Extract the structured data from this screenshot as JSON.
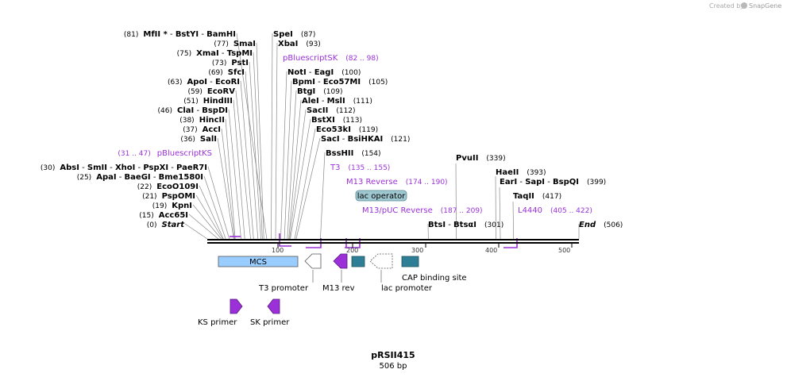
{
  "credit": {
    "prefix": "Created by",
    "brand": "SnapGene"
  },
  "plasmid": {
    "name": "pRSII415",
    "length": "506 bp"
  },
  "ruler": {
    "ticks": [
      "100",
      "200",
      "300",
      "400",
      "500"
    ]
  },
  "left_labels": [
    {
      "pos": "(81)",
      "names": [
        "MfII *",
        "BstYI",
        "BamHI"
      ],
      "bp": 81
    },
    {
      "pos": "(77)",
      "names": [
        "SmaI"
      ],
      "bp": 77
    },
    {
      "pos": "(75)",
      "names": [
        "XmaI",
        "TspMI"
      ],
      "bp": 75
    },
    {
      "pos": "(73)",
      "names": [
        "PstI"
      ],
      "bp": 73
    },
    {
      "pos": "(69)",
      "names": [
        "SfcI"
      ],
      "bp": 69
    },
    {
      "pos": "(63)",
      "names": [
        "ApoI",
        "EcoRI"
      ],
      "bp": 63
    },
    {
      "pos": "(59)",
      "names": [
        "EcoRV"
      ],
      "bp": 59
    },
    {
      "pos": "(51)",
      "names": [
        "HindIII"
      ],
      "bp": 51
    },
    {
      "pos": "(46)",
      "names": [
        "ClaI",
        "BspDI"
      ],
      "bp": 46
    },
    {
      "pos": "(38)",
      "names": [
        "HincII"
      ],
      "bp": 38
    },
    {
      "pos": "(37)",
      "names": [
        "AccI"
      ],
      "bp": 37
    },
    {
      "pos": "(36)",
      "names": [
        "SalI"
      ],
      "bp": 36
    },
    {
      "pos": "(30)",
      "names": [
        "AbsI",
        "SmII",
        "XhoI",
        "PspXI",
        "PaeR7I"
      ],
      "bp": 30
    },
    {
      "pos": "(25)",
      "names": [
        "ApaI",
        "BaeGI",
        "Bme1580I"
      ],
      "bp": 25
    },
    {
      "pos": "(22)",
      "names": [
        "EcoO109I"
      ],
      "bp": 22
    },
    {
      "pos": "(21)",
      "names": [
        "PspOMI"
      ],
      "bp": 21
    },
    {
      "pos": "(19)",
      "names": [
        "KpnI"
      ],
      "bp": 19
    },
    {
      "pos": "(15)",
      "names": [
        "Acc65I"
      ],
      "bp": 15
    },
    {
      "pos": "(0)",
      "names": [
        "Start"
      ],
      "bp": 0,
      "italic": true
    }
  ],
  "right_labels": [
    {
      "names": [
        "SpeI"
      ],
      "pos": "(87)",
      "bp": 87
    },
    {
      "names": [
        "XbaI"
      ],
      "pos": "(93)",
      "bp": 93
    },
    {
      "names": [
        "NotI",
        "EagI"
      ],
      "pos": "(100)",
      "bp": 100
    },
    {
      "names": [
        "BpmI",
        "Eco57MI"
      ],
      "pos": "(105)",
      "bp": 105
    },
    {
      "names": [
        "BtgI"
      ],
      "pos": "(109)",
      "bp": 109
    },
    {
      "names": [
        "AleI",
        "MslI"
      ],
      "pos": "(111)",
      "bp": 111
    },
    {
      "names": [
        "SacII"
      ],
      "pos": "(112)",
      "bp": 112
    },
    {
      "names": [
        "BstXI"
      ],
      "pos": "(113)",
      "bp": 113
    },
    {
      "names": [
        "Eco53kI"
      ],
      "pos": "(119)",
      "bp": 119
    },
    {
      "names": [
        "SacI",
        "BsiHKAI"
      ],
      "pos": "(121)",
      "bp": 121
    },
    {
      "names": [
        "BssHII"
      ],
      "pos": "(154)",
      "bp": 154
    },
    {
      "names": [
        "BtsI",
        "BtsαI"
      ],
      "pos": "(301)",
      "bp": 301
    },
    {
      "names": [
        "PvuII"
      ],
      "pos": "(339)",
      "bp": 339
    },
    {
      "names": [
        "HaeII"
      ],
      "pos": "(393)",
      "bp": 393
    },
    {
      "names": [
        "EarI",
        "SapI",
        "BspQI"
      ],
      "pos": "(399)",
      "bp": 399
    },
    {
      "names": [
        "TaqII"
      ],
      "pos": "(417)",
      "bp": 417
    },
    {
      "names": [
        "End"
      ],
      "pos": "(506)",
      "bp": 506,
      "italic": true
    }
  ],
  "primer_labels": [
    {
      "name": "pBluescriptSK",
      "range": "(82 .. 98)"
    },
    {
      "name": "pBluescriptKS",
      "range": "(31 .. 47)"
    },
    {
      "name": "T3",
      "range": "(135 .. 155)"
    },
    {
      "name": "M13 Reverse",
      "range": "(174 .. 190)"
    },
    {
      "name": "M13/pUC Reverse",
      "range": "(187 .. 209)"
    },
    {
      "name": "L4440",
      "range": "(405 .. 422)"
    }
  ],
  "features": {
    "mcs": "MCS",
    "lac_operator": "lac operator",
    "t3_promoter": "T3 promoter",
    "m13_rev": "M13 rev",
    "lac_promoter": "lac promoter",
    "cap_site": "CAP binding site",
    "ks_primer": "KS primer",
    "sk_primer": "SK primer"
  },
  "colors": {
    "primer": "#9B30D9",
    "mcs": "#99CCFF",
    "teal": "#2E7F96",
    "lac_operator": "#9FC7D0",
    "promoter": "#FFFFFF"
  }
}
